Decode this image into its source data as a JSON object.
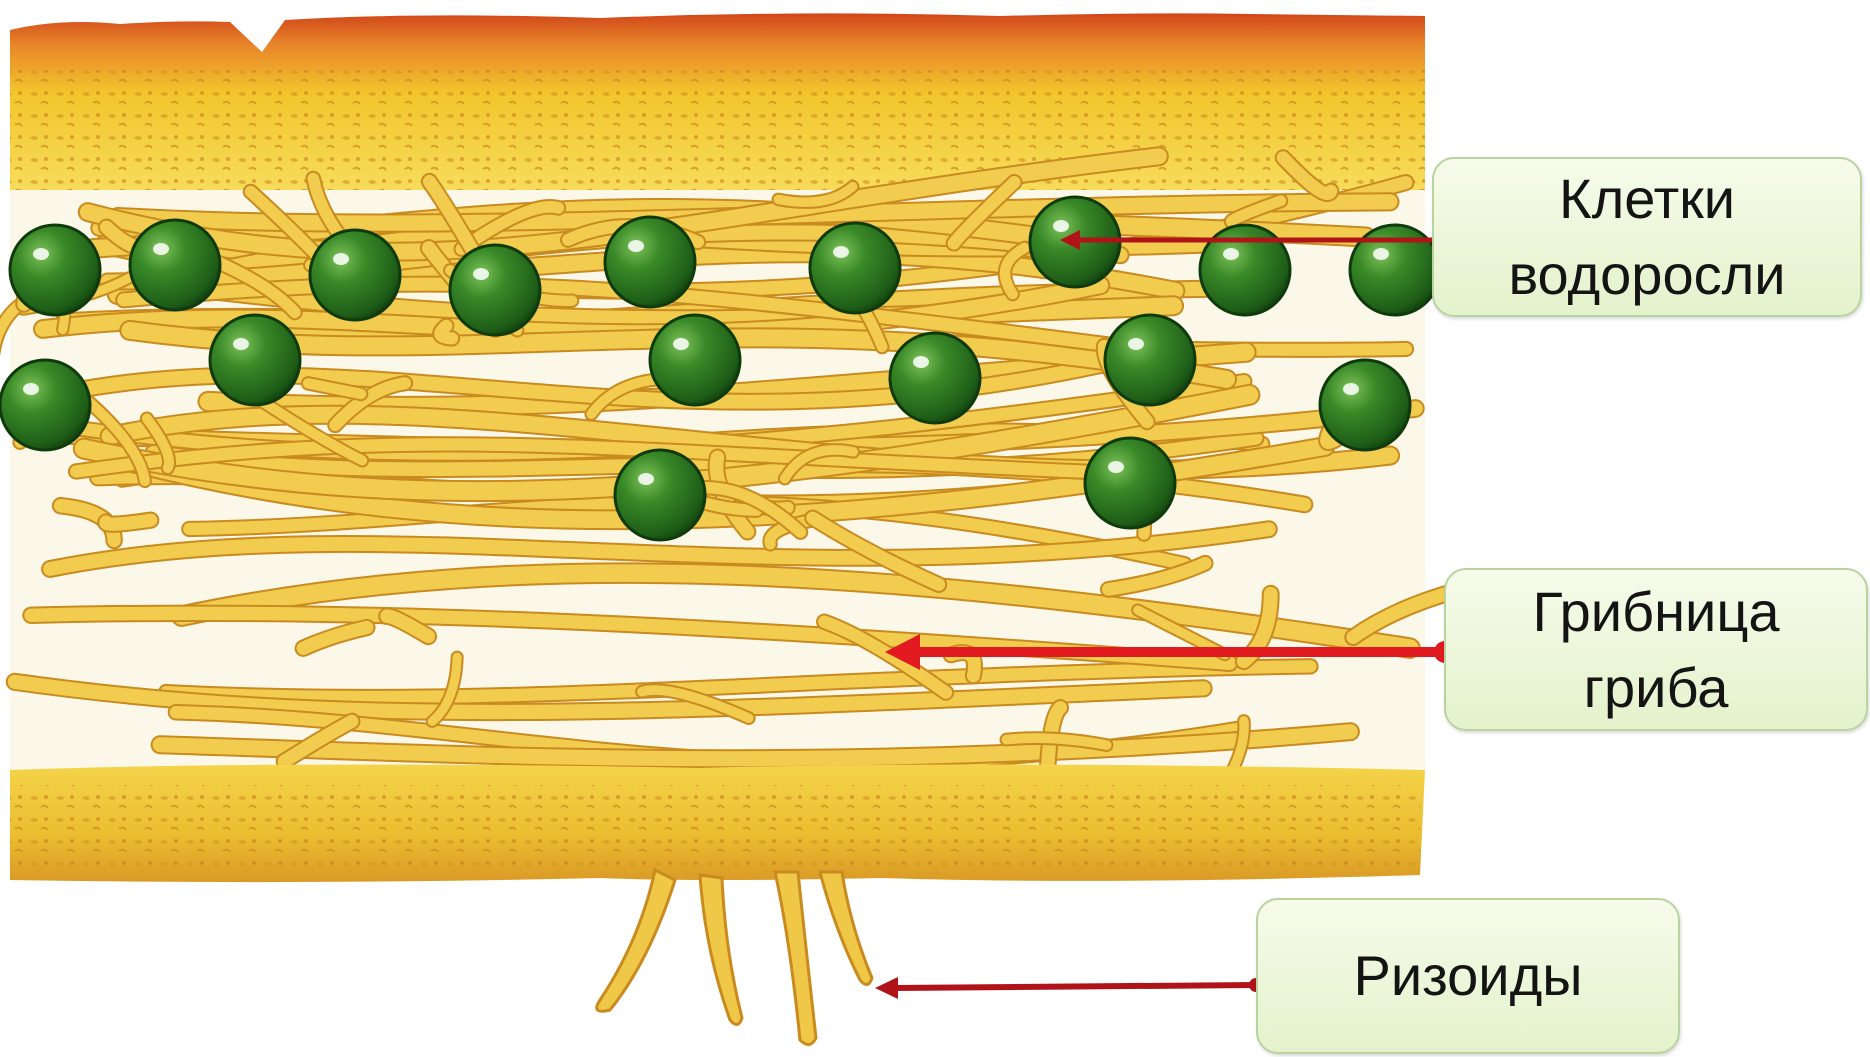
{
  "labels": {
    "algae_cells": {
      "line1": "Клетки",
      "line2": "водоросли"
    },
    "fungus_mycelium": {
      "line1": "Грибница",
      "line2": "гриба"
    },
    "rhizoids": {
      "line1": "Ризоиды"
    }
  },
  "colors": {
    "upper_cortex_outer": "#d0461a",
    "upper_cortex_inner": "#f2c52c",
    "hypha": "#ecc144",
    "hypha_outline": "#c98a1f",
    "algae_cell": "#2e7d1f",
    "algae_cell_dark": "#124b10",
    "lower_cortex": "#edc23a",
    "arrow": "#c0161b",
    "label_fill": "#e8f4d4",
    "label_border": "#b9d3a0"
  },
  "icons": {
    "arrow_marker": "red-arrowhead",
    "arrow_tail": "red-dot"
  }
}
